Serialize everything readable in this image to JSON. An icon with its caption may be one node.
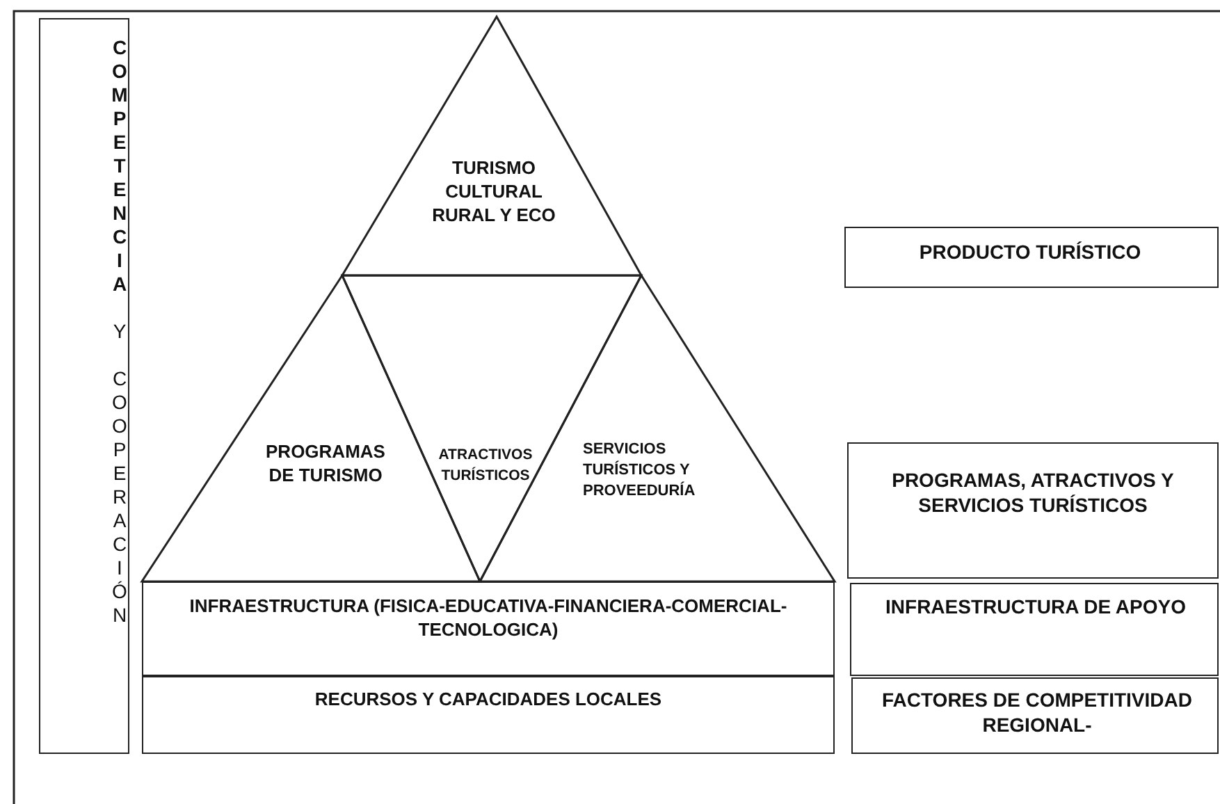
{
  "diagram": {
    "nodes": [
      {
        "text": [
          "**COMPETENCIA** Y COOPERACIÓN"
        ]
      },
      {
        "text": [
          "TURISMO CULTURAL RURAL Y ECO"
        ]
      },
      {
        "text": [
          "PROGRAMAS DE TURISMO"
        ]
      },
      {
        "text": [
          "ATRACTIVOS TURÍSTICOS"
        ]
      },
      {
        "text": [
          "SERVICIOS TURÍSTICOS Y PROVEEDURÍA"
        ]
      },
      {
        "text": [
          "INFRAESTRUCTURA (FISICA-EDUCATIVA-FINANCIERA-COMERCIAL-TECNOLOGICA)"
        ]
      },
      {
        "text": [
          "RECURSOS Y CAPACIDADES LOCALES"
        ]
      },
      {
        "text": [
          "PRODUCTO TURÍSTICO"
        ]
      },
      {
        "text": [
          "PROGRAMAS, ATRACTIVOS Y SERVICIOS TURÍSTICOS"
        ]
      },
      {
        "text": [
          "INFRAESTRUCTURA DE APOYO"
        ]
      },
      {
        "text": [
          "FACTORES DE COMPETITIVIDAD REGIONAL-"
        ]
      }
    ]
  }
}
